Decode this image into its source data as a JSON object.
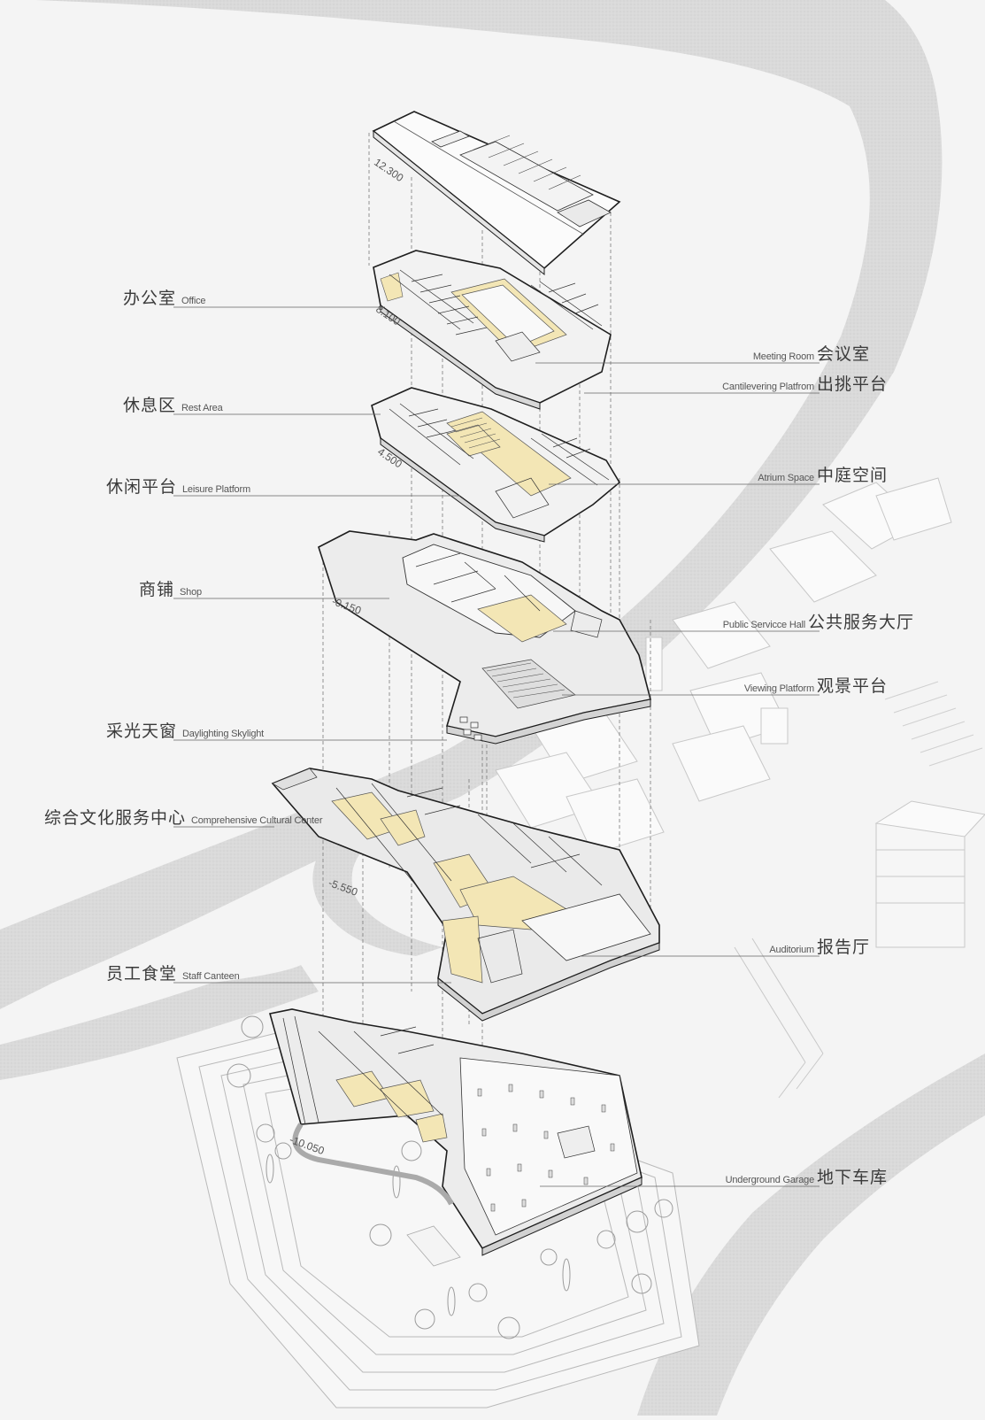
{
  "labels_left": [
    {
      "id": "office",
      "cn": "办公室",
      "en": "Office"
    },
    {
      "id": "rest-area",
      "cn": "休息区",
      "en": "Rest Area"
    },
    {
      "id": "leisure-platform",
      "cn": "休闲平台",
      "en": "Leisure Platform"
    },
    {
      "id": "shop",
      "cn": "商铺",
      "en": "Shop"
    },
    {
      "id": "daylighting-skylight",
      "cn": "采光天窗",
      "en": "Daylighting Skylight"
    },
    {
      "id": "cultural-center",
      "cn": "综合文化服务中心",
      "en": "Comprehensive Cultural Center"
    },
    {
      "id": "staff-canteen",
      "cn": "员工食堂",
      "en": "Staff Canteen"
    }
  ],
  "labels_right": [
    {
      "id": "meeting-room",
      "cn": "会议室",
      "en": "Meeting Room"
    },
    {
      "id": "cantilevering-platform",
      "cn": "出挑平台",
      "en": "Cantilevering Platfrom"
    },
    {
      "id": "atrium-space",
      "cn": "中庭空间",
      "en": "Atrium Space"
    },
    {
      "id": "public-service-hall",
      "cn": "公共服务大厅",
      "en": "Public Servicce Hall"
    },
    {
      "id": "viewing-platform",
      "cn": "观景平台",
      "en": "Viewing Platform"
    },
    {
      "id": "auditorium",
      "cn": "报告厅",
      "en": "Auditorium"
    },
    {
      "id": "underground-garage",
      "cn": "地下车库",
      "en": "Underground Garage"
    }
  ],
  "elevations": [
    {
      "id": "roof",
      "value": "12.300"
    },
    {
      "id": "level-3",
      "value": "8.100"
    },
    {
      "id": "level-2",
      "value": "4.500"
    },
    {
      "id": "ground",
      "value": "-0.150"
    },
    {
      "id": "basement-1",
      "value": "-5.550"
    },
    {
      "id": "basement-2",
      "value": "-10.050"
    }
  ],
  "colors": {
    "background": "#f4f4f4",
    "road": "#d9d9d9",
    "slab": "#ececec",
    "outline": "#1e1e1e",
    "highlight": "#f3e6b5",
    "leader": "#666666"
  }
}
